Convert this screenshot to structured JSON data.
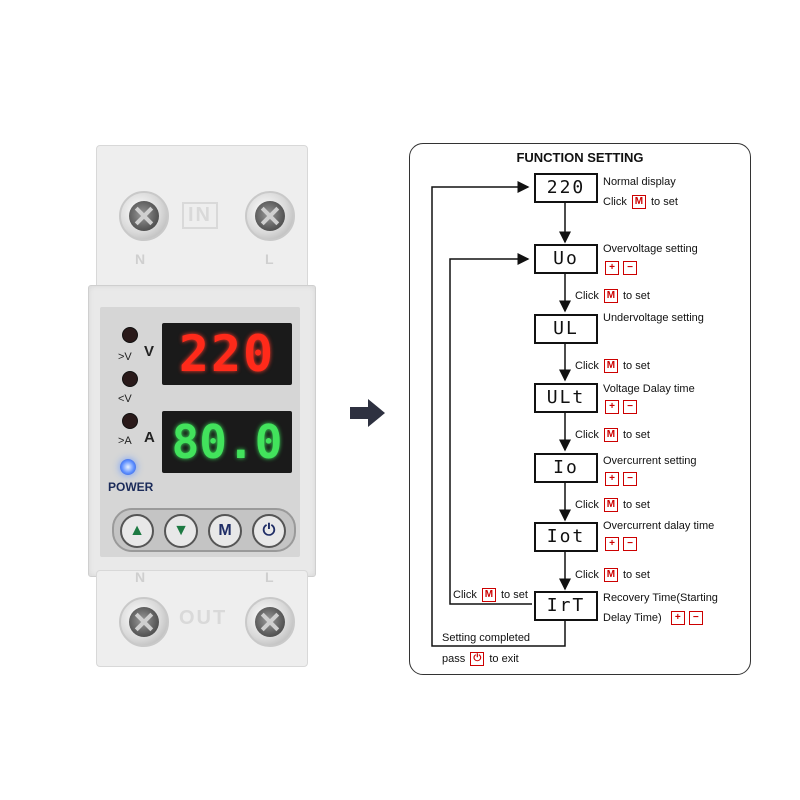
{
  "device": {
    "top_terminal_label": "IN",
    "bottom_terminal_label": "OUT",
    "n_label": "N",
    "l_label": "L",
    "indicator_over_voltage": ">V",
    "indicator_under_voltage": "<V",
    "indicator_over_current": ">A",
    "voltage_unit": "V",
    "current_unit": "A",
    "voltage_display": "220",
    "current_display": "80.0",
    "power_label": "POWER",
    "buttons": [
      "▲",
      "▼",
      "M",
      "⏻"
    ]
  },
  "function_setting": {
    "title": "FUNCTION SETTING",
    "steps": [
      {
        "display": "220",
        "label": "Normal display",
        "sub": "Click",
        "sub_key": "M",
        "sub_suffix": "to set"
      },
      {
        "display": "Uo",
        "label": "Overvoltage setting",
        "click": "Click",
        "click_key": "M",
        "click_suffix": "to set"
      },
      {
        "display": "UL",
        "label": "Undervoltage setting",
        "click": "Click",
        "click_key": "M",
        "click_suffix": "to set"
      },
      {
        "display": "ULt",
        "label": "Voltage Dalay time",
        "click": "Click",
        "click_key": "M",
        "click_suffix": "to set"
      },
      {
        "display": "Io",
        "label": "Overcurrent setting",
        "click": "Click",
        "click_key": "M",
        "click_suffix": "to set"
      },
      {
        "display": "Iot",
        "label": "Overcurrent dalay time",
        "click": "Click",
        "click_key": "M",
        "click_suffix": "to set"
      },
      {
        "display": "IrT",
        "label": "Recovery Time(Starting",
        "label2": "Delay Time)"
      }
    ],
    "plus": "+",
    "minus": "−",
    "loop_click": "Click",
    "loop_key": "M",
    "loop_suffix": "to set",
    "completed": "Setting  completed",
    "exit_prefix": "pass",
    "exit_key": "⏻",
    "exit_suffix": "to exit"
  }
}
